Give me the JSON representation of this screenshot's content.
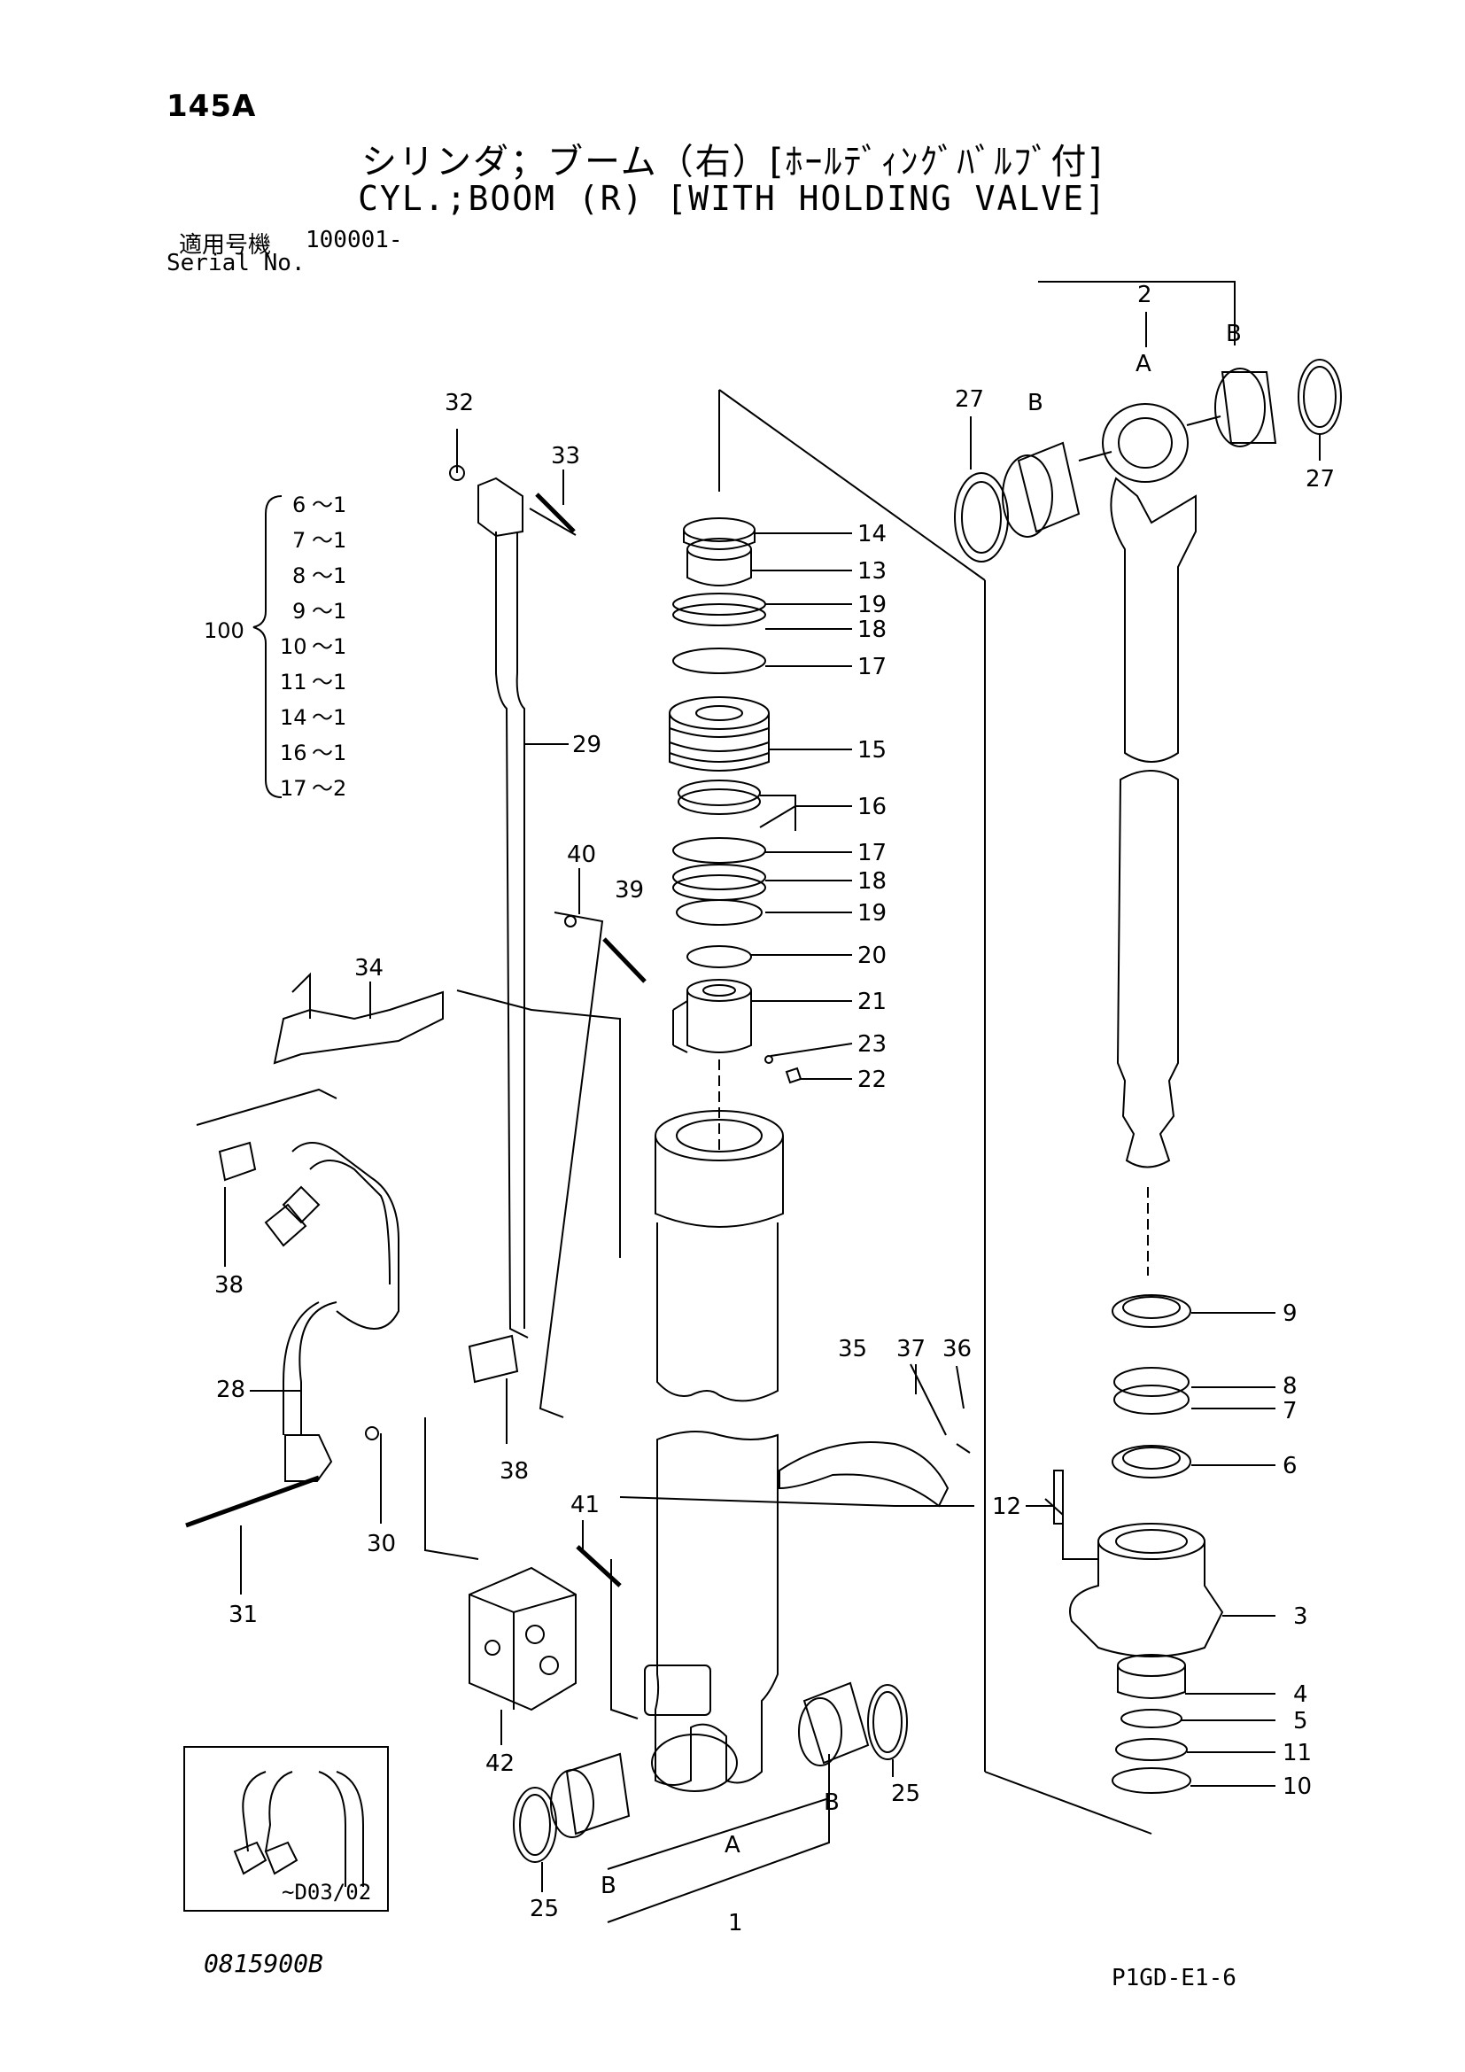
{
  "header": {
    "page_code": "145A",
    "title_jp": "シリンダ；ブーム（右）[ﾎｰﾙﾃﾞｨﾝｸﾞﾊﾞﾙﾌﾞ付]",
    "title_en": "CYL.;BOOM (R) [WITH HOLDING VALVE]",
    "serial_label_jp": "適用号機",
    "serial_value": "100001-",
    "serial_label_en": "Serial No."
  },
  "kit": {
    "number": "100",
    "items": [
      {
        "part": "6",
        "qty": "～1"
      },
      {
        "part": "7",
        "qty": "～1"
      },
      {
        "part": "8",
        "qty": "～1"
      },
      {
        "part": "9",
        "qty": "～1"
      },
      {
        "part": "10",
        "qty": "～1"
      },
      {
        "part": "11",
        "qty": "～1"
      },
      {
        "part": "14",
        "qty": "～1"
      },
      {
        "part": "16",
        "qty": "～1"
      },
      {
        "part": "17",
        "qty": "～2"
      }
    ]
  },
  "callouts": {
    "c1": "1",
    "c2": "2",
    "c3": "3",
    "c4": "4",
    "c5": "5",
    "c6": "6",
    "c7": "7",
    "c8": "8",
    "c9": "9",
    "c10": "10",
    "c11": "11",
    "c12": "12",
    "c13": "13",
    "c14": "14",
    "c15": "15",
    "c16": "16",
    "c17a": "17",
    "c17b": "17",
    "c18a": "18",
    "c18b": "18",
    "c19a": "19",
    "c19b": "19",
    "c20": "20",
    "c21": "21",
    "c22": "22",
    "c23": "23",
    "c25a": "25",
    "c25b": "25",
    "c27a": "27",
    "c27b": "27",
    "c28": "28",
    "c29": "29",
    "c30": "30",
    "c31": "31",
    "c32": "32",
    "c33": "33",
    "c34": "34",
    "c35": "35",
    "c36": "36",
    "c37": "37",
    "c38a": "38",
    "c38b": "38",
    "c39": "39",
    "c40": "40",
    "c41": "41",
    "c42": "42",
    "a_top": "A",
    "b_top_left": "B",
    "b_top_right": "B",
    "a_bottom": "A",
    "b_bottom_left": "B",
    "b_bottom_right": "B"
  },
  "inset": {
    "label": "~D03/02"
  },
  "footer": {
    "doc_number": "0815900B",
    "page_ref": "P1GD-E1-6"
  }
}
